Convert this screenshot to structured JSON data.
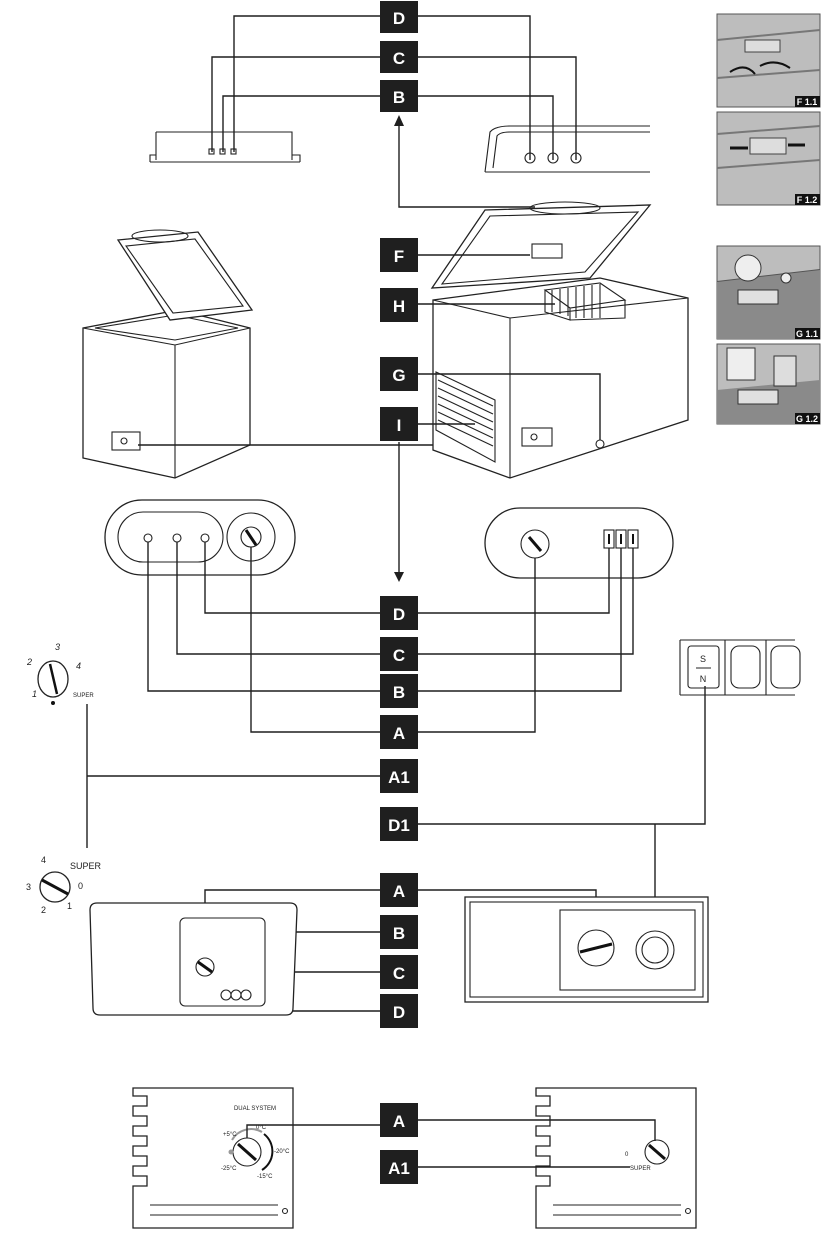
{
  "labels": {
    "D_top": "D",
    "C_top": "C",
    "B_top": "B",
    "F": "F",
    "H": "H",
    "G": "G",
    "I": "I",
    "D_mid": "D",
    "C_mid": "C",
    "B_mid": "B",
    "A_mid": "A",
    "A1_mid": "A1",
    "D1": "D1",
    "A_low": "A",
    "B_low": "B",
    "C_low": "C",
    "D_low": "D",
    "A_bottom": "A",
    "A1_bottom": "A1"
  },
  "photo_tags": {
    "f11": "F 1.1",
    "f12": "F 1.2",
    "g11": "G 1.1",
    "g12": "G 1.2"
  },
  "dial_left": {
    "n1": "1",
    "n2": "2",
    "n3": "3",
    "n4": "4",
    "super": "SUPER"
  },
  "dial_mid": {
    "n4": "4",
    "super": "SUPER",
    "n3": "3",
    "n0": "0",
    "n2": "2",
    "n1": "1"
  },
  "switch": {
    "s": "S",
    "n": "N"
  },
  "dual": {
    "title": "DUAL SYSTEM",
    "plus5": "+5°C",
    "zero": "0°C",
    "m20": "-20°C",
    "m25": "-25°C",
    "m15": "-15°C"
  },
  "dial_right_bottom": {
    "super": "SUPER",
    "n0": "0"
  }
}
